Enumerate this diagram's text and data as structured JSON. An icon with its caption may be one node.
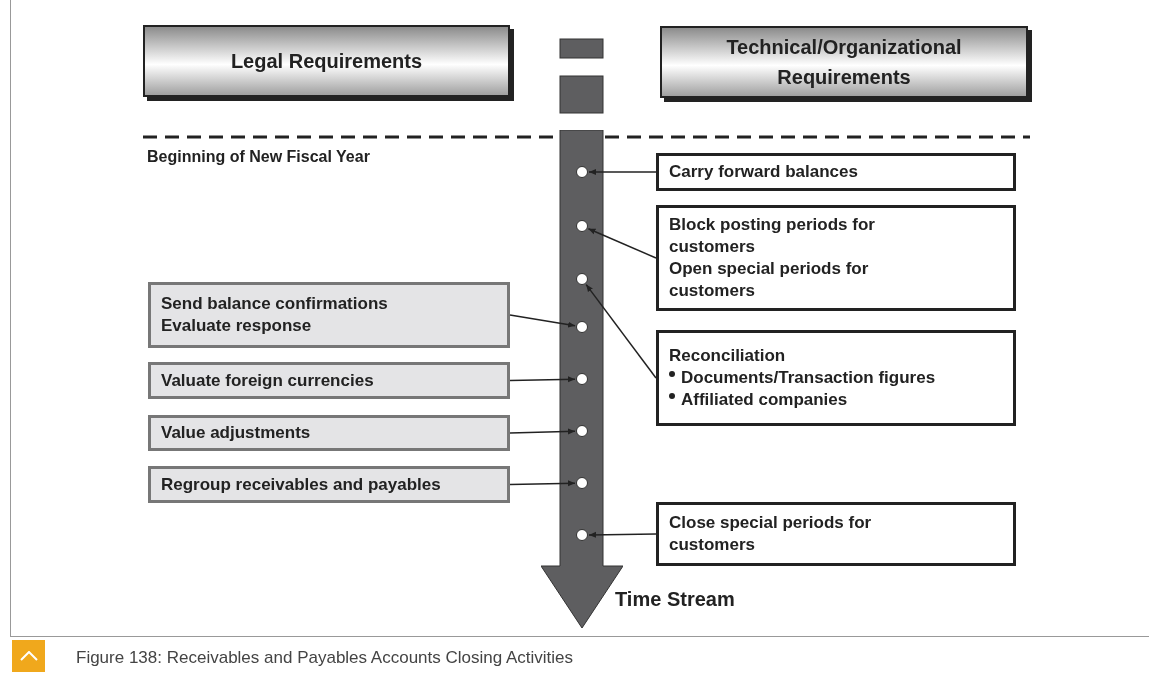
{
  "diagram": {
    "caption": "Figure 138: Receivables and Payables Accounts Closing Activities",
    "nodes": [
      {
        "text": [
          "Legal Requirements"
        ]
      },
      {
        "text": [
          "Technical/Organizational Requirements"
        ]
      },
      {
        "text": [
          "Carry forward balances"
        ]
      },
      {
        "text": [
          "Block posting periods for customers",
          "Open special periods for customers"
        ]
      },
      {
        "text": [
          "Reconciliation",
          "Documents/Transaction figures",
          "Affiliated companies"
        ]
      },
      {
        "text": [
          "Send balance confirmations",
          "Evaluate response"
        ]
      },
      {
        "text": [
          "Valuate foreign currencies"
        ]
      },
      {
        "text": [
          "Value adjustments"
        ]
      },
      {
        "text": [
          "Regroup receivables and payables"
        ]
      },
      {
        "text": [
          "Close special periods for customers"
        ]
      },
      {
        "text": [],
        "shape": "arrow",
        "beside": [
          "Time Stream"
        ]
      },
      {
        "text": [],
        "shape": "circle",
        "in": 10
      },
      {
        "text": [],
        "shape": "circle",
        "in": 10
      },
      {
        "text": [],
        "shape": "circle",
        "in": 10
      },
      {
        "text": [],
        "shape": "circle",
        "in": 10
      },
      {
        "text": [],
        "shape": "circle",
        "in": 10
      },
      {
        "text": [],
        "shape": "circle",
        "in": 10
      },
      {
        "text": [],
        "shape": "circle",
        "in": 10
      },
      {
        "text": [],
        "shape": "circle",
        "in": 10
      }
    ],
    "edges": [
      {
        "from": 2,
        "to": 11,
        "arrow": "to"
      },
      {
        "from": 3,
        "to": 12,
        "arrow": "to"
      },
      {
        "from": 4,
        "to": 13,
        "arrow": "to"
      },
      {
        "from": 5,
        "to": 14,
        "arrow": "to"
      },
      {
        "from": 6,
        "to": 15,
        "arrow": "to"
      },
      {
        "from": 7,
        "to": 16,
        "arrow": "to"
      },
      {
        "from": 8,
        "to": 17,
        "arrow": "to"
      },
      {
        "from": 9,
        "to": 18,
        "arrow": "to"
      }
    ],
    "labels": [
      "Beginning of New Fiscal Year"
    ]
  }
}
